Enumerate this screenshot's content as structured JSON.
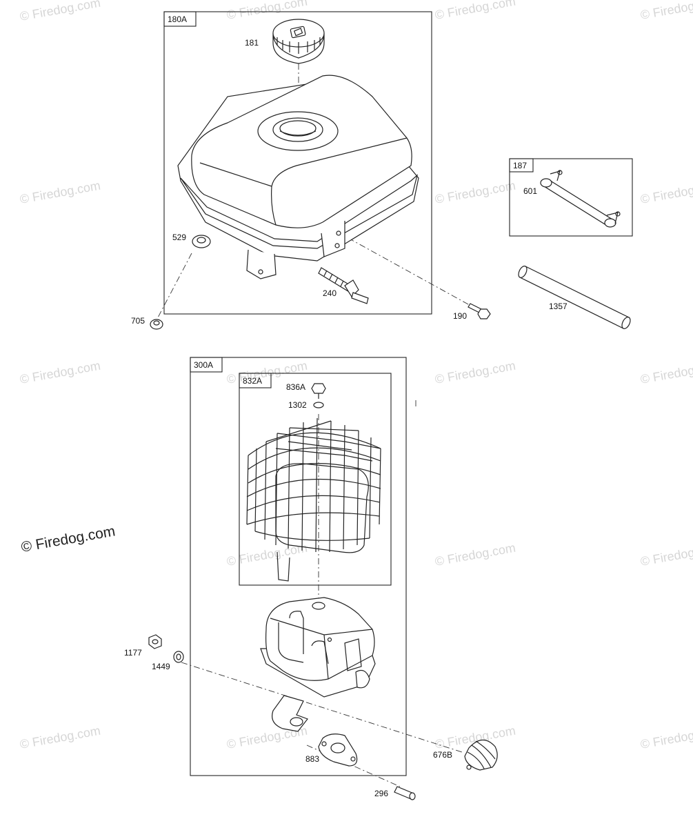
{
  "watermark": {
    "text": "© Firedog.com",
    "feature_text": "© Firedog.com"
  },
  "groups": [
    {
      "id": "180A",
      "title": "180A"
    },
    {
      "id": "187",
      "title": "187"
    },
    {
      "id": "300A",
      "title": "300A"
    },
    {
      "id": "832A",
      "title": "832A"
    }
  ],
  "callouts": [
    {
      "ref": "181",
      "label": "181"
    },
    {
      "ref": "529",
      "label": "529"
    },
    {
      "ref": "240",
      "label": "240"
    },
    {
      "ref": "190",
      "label": "190"
    },
    {
      "ref": "705",
      "label": "705"
    },
    {
      "ref": "601",
      "label": "601"
    },
    {
      "ref": "1357",
      "label": "1357"
    },
    {
      "ref": "836A",
      "label": "836A"
    },
    {
      "ref": "1302",
      "label": "1302"
    },
    {
      "ref": "1177",
      "label": "1177"
    },
    {
      "ref": "1449",
      "label": "1449"
    },
    {
      "ref": "883",
      "label": "883"
    },
    {
      "ref": "676B",
      "label": "676B"
    },
    {
      "ref": "296",
      "label": "296"
    }
  ]
}
